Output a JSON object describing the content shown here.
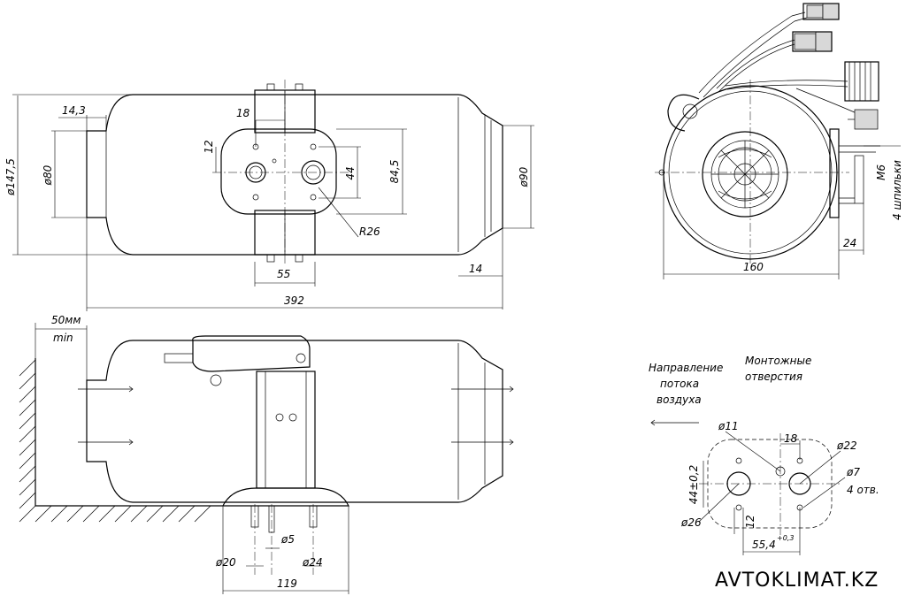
{
  "dimensions": {
    "diameter_147_5": "ø147,5",
    "wall_14_3": "14,3",
    "diameter_80": "ø80",
    "hole_spacing_18_top": "18",
    "offset_12_top": "12",
    "height_44_top": "44",
    "height_84_5": "84,5",
    "radius_26": "R26",
    "width_55": "55",
    "outlet_14": "14",
    "diameter_90": "ø90",
    "length_392": "392",
    "width_160": "160",
    "depth_24": "24",
    "stud_m6": "М6",
    "studs_count": "4 шпильки",
    "clearance_50": "50мм",
    "clearance_min": "min",
    "diameter_20": "ø20",
    "diameter_5": "ø5",
    "diameter_24_bottom": "ø24",
    "length_119": "119"
  },
  "detail": {
    "flow_direction_label": [
      "Направление",
      "потока",
      "воздуха"
    ],
    "mount_holes_label": [
      "Монтожные",
      "отверстия"
    ],
    "d11": "ø11",
    "d22": "ø22",
    "d7": "ø7",
    "holes_4": "4 отв.",
    "spacing_18": "18",
    "height_44": "44±0,2",
    "offset_12": "12",
    "d26": "ø26",
    "span_55_4": "55,4",
    "tol_0_3": "+0,3"
  },
  "brand": {
    "name": "AVTOKLIMAT.KZ"
  }
}
